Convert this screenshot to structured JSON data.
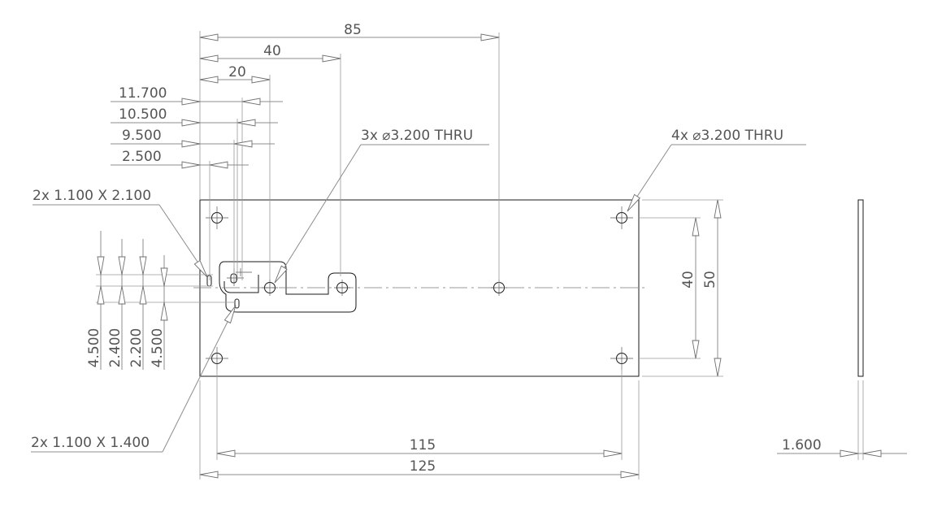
{
  "dimensions": {
    "width_85": "85",
    "width_40": "40",
    "width_20": "20",
    "offset_11700": "11.700",
    "offset_10500": "10.500",
    "offset_9500": "9.500",
    "offset_2500": "2.500",
    "holes_3x": "3x ⌀3.200 THRU",
    "holes_4x": "4x ⌀3.200 THRU",
    "slot_top": "2x 1.100  X 2.100",
    "slot_bottom": "2x 1.100  X 1.400",
    "height_40": "40",
    "height_50": "50",
    "vert_4500_a": "4.500",
    "vert_2400": "2.400",
    "vert_2200": "2.200",
    "vert_4500_b": "4.500",
    "hole_span_115": "115",
    "overall_125": "125",
    "thickness": "1.600"
  }
}
